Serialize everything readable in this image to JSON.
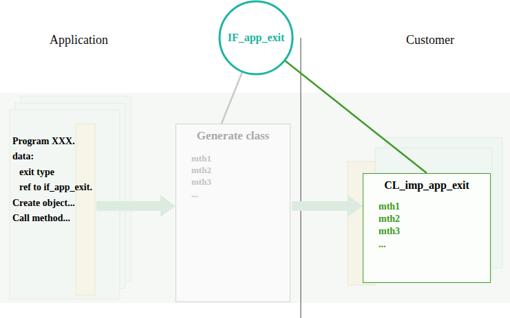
{
  "diagram": {
    "nodes": [
      {
        "text": [
          "IF_app_exit"
        ]
      },
      {
        "text": [
          "Program XXX.",
          "data:",
          "exit type",
          "ref to if_app_exit.",
          "Create object...",
          "Call method..."
        ]
      },
      {
        "text": [
          "Generate class",
          "mth1",
          "mth2",
          "mth3",
          "..."
        ]
      },
      {
        "text": [
          "CL_imp_app_exit",
          "mth1",
          "mth2",
          "mth3",
          "..."
        ]
      }
    ],
    "edges": [
      {
        "from": 0,
        "to": 2,
        "arrow": "none"
      },
      {
        "from": 0,
        "to": 3,
        "arrow": "none"
      },
      {
        "from": 1,
        "to": 2,
        "arrow": "to"
      },
      {
        "from": 2,
        "to": 3,
        "arrow": "to"
      }
    ],
    "labels": [
      "Application",
      "Customer"
    ]
  }
}
